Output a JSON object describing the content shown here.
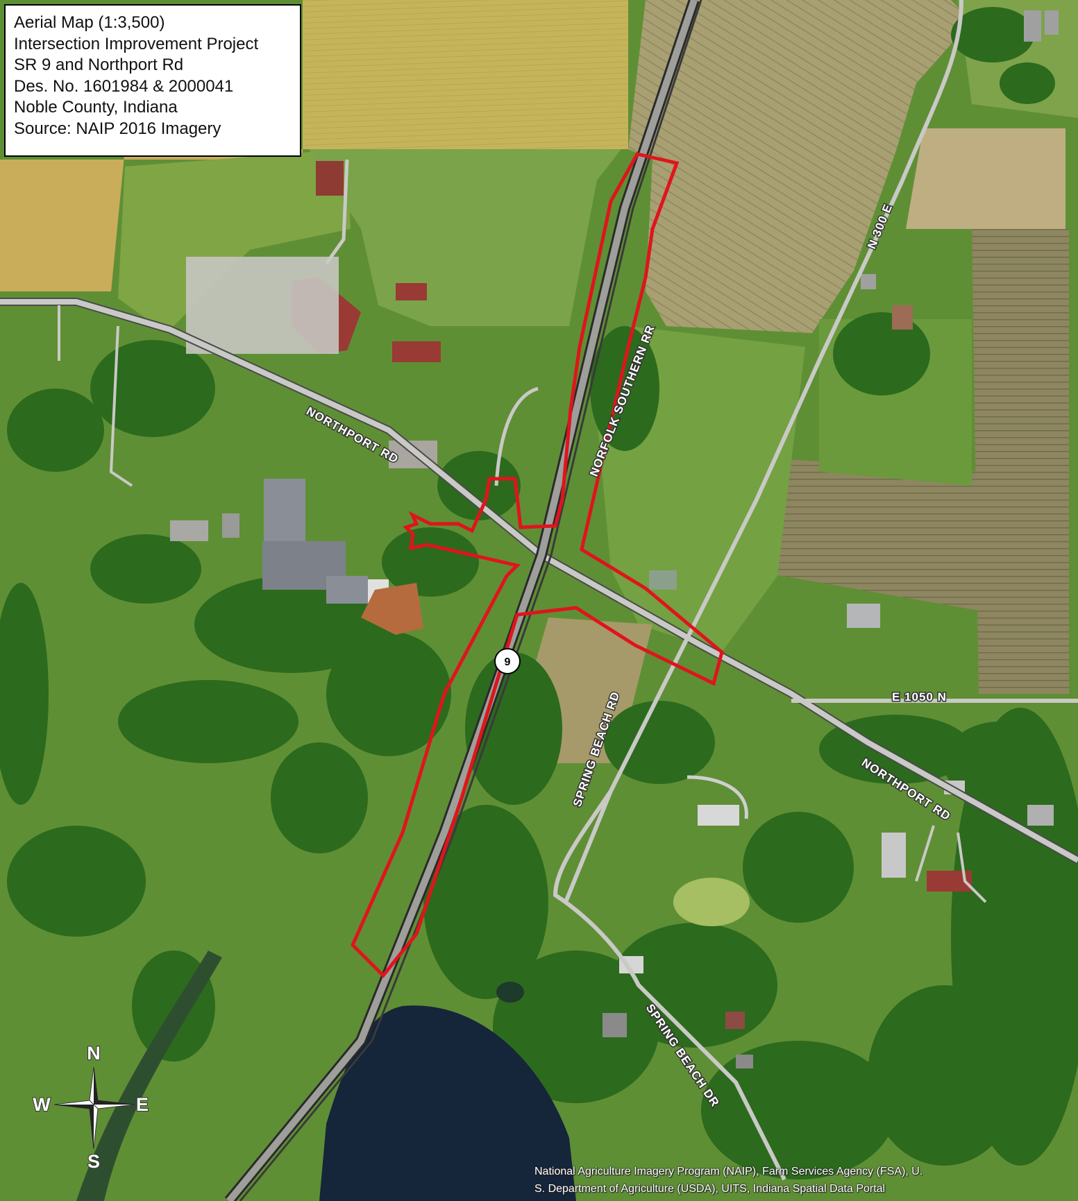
{
  "title_block": {
    "lines": [
      "Aerial Map (1:3,500)",
      "Intersection Improvement Project",
      "SR 9 and Northport Rd",
      "Des. No. 1601984 & 2000041",
      "Noble County, Indiana",
      "Source: NAIP 2016 Imagery"
    ]
  },
  "road_labels": {
    "northport_rd_west": "NORTHPORT RD",
    "northport_rd_east": "NORTHPORT RD",
    "norfolk_southern_rr": "NORFOLK SOUTHERN RR",
    "n_300_e": "N 300 E",
    "e_1050_n": "E 1050 N",
    "spring_beach_rd": "SPRING BEACH RD",
    "spring_beach_dr": "SPRING BEACH DR"
  },
  "route_shield": {
    "number": "9"
  },
  "compass": {
    "north": "N",
    "south": "S",
    "east": "E",
    "west": "W"
  },
  "credit": {
    "line1": "National Agriculture Imagery Program (NAIP), Farm Services Agency (FSA), U.",
    "line2": "S. Department of Agriculture (USDA), UITS, Indiana Spatial Data Portal"
  },
  "colors": {
    "project_boundary": "#e0141c",
    "field_yellow": "#c9b75c",
    "field_tan": "#b7a477",
    "grass": "#6f9a3c",
    "trees": "#2f6e1f",
    "water": "#15253a",
    "road": "#c8c8c8"
  }
}
